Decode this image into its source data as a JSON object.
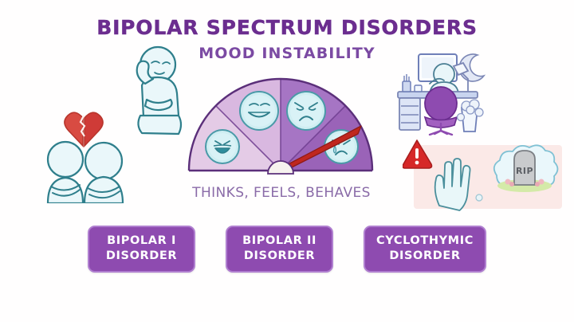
{
  "header": {
    "title": "BIPOLAR SPECTRUM DISORDERS",
    "subtitle": "MOOD INSTABILITY",
    "title_color": "#6b2d8f",
    "subtitle_color": "#7b4aa3"
  },
  "gauge": {
    "caption": "THINKS, FEELS, BEHAVES",
    "caption_color": "#8a6ba8",
    "needle_color": "#c0271f",
    "segment_count": 4,
    "segments": [
      {
        "label": "elated",
        "face": "laughing",
        "fill": "#e4cbe6"
      },
      {
        "label": "content",
        "face": "smiling",
        "fill": "#d9b8e0"
      },
      {
        "label": "distressed",
        "face": "worried",
        "fill": "#a675c4"
      },
      {
        "label": "depressed",
        "face": "crying",
        "fill": "#9a63b8"
      }
    ],
    "needle_points_to_segment": 4,
    "outline_color": "#5b2f7a",
    "face_fill": "#cfeef2",
    "face_outline": "#4a9aa8"
  },
  "illustrations": [
    {
      "name": "couple-broken-heart",
      "description": "Two figures with arms crossed beneath a broken red heart",
      "accent": "#cf3b37"
    },
    {
      "name": "seated-thinker",
      "description": "Seated figure with hand on head, distressed"
    },
    {
      "name": "desk-night-scene",
      "description": "Person at desk with computer, purple chair, lamp, crescent moon and waste bin",
      "accent": "#8e4bb0"
    },
    {
      "name": "self-harm-risk-panel",
      "description": "Warning triangle, raised hand and thought bubble with RIP gravestone",
      "panel_fill": "#fbe9e7",
      "warning_color": "#d62828",
      "gravestone_text": "RIP"
    }
  ],
  "disorders": [
    {
      "line1": "BIPOLAR I",
      "line2": "DISORDER"
    },
    {
      "line1": "BIPOLAR II",
      "line2": "DISORDER"
    },
    {
      "line1": "CYCLOTHYMIC",
      "line2": "DISORDER"
    }
  ],
  "theme": {
    "background": "#fffefe",
    "box_fill": "#8e4bb0",
    "box_border": "#b07fd0",
    "box_text": "#ffffff"
  }
}
